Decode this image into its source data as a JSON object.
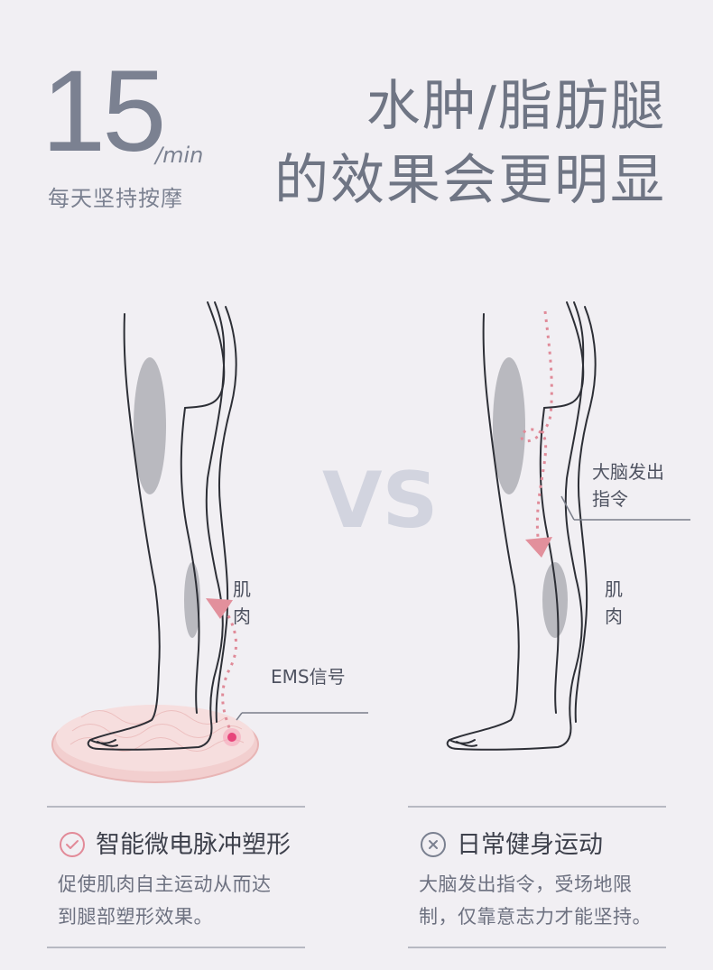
{
  "header": {
    "number": "15",
    "unit": "/min",
    "daily_text": "每天坚持按摩",
    "headline_line1": "水肿/脂肪腿",
    "headline_line2": "的效果会更明显"
  },
  "comparison": {
    "vs_text": "VS",
    "left": {
      "muscle_label": "肌\n肉",
      "ems_label": "EMS信号"
    },
    "right": {
      "brain_label": "大脑发出\n指令",
      "muscle_label": "肌\n肉"
    }
  },
  "cards": {
    "left": {
      "icon": "check-circle-icon",
      "title": "智能微电脉冲塑形",
      "desc_line1": "促使肌肉自主运动从而达",
      "desc_line2": "到腿部塑形效果。"
    },
    "right": {
      "icon": "cross-circle-icon",
      "title": "日常健身运动",
      "desc_line1": "大脑发出指令，受场地限",
      "desc_line2": "制，仅靠意志力才能坚持。"
    }
  },
  "colors": {
    "background": "#f1eff3",
    "accent_pink": "#e28a98",
    "text_gray": "#7b8191"
  }
}
